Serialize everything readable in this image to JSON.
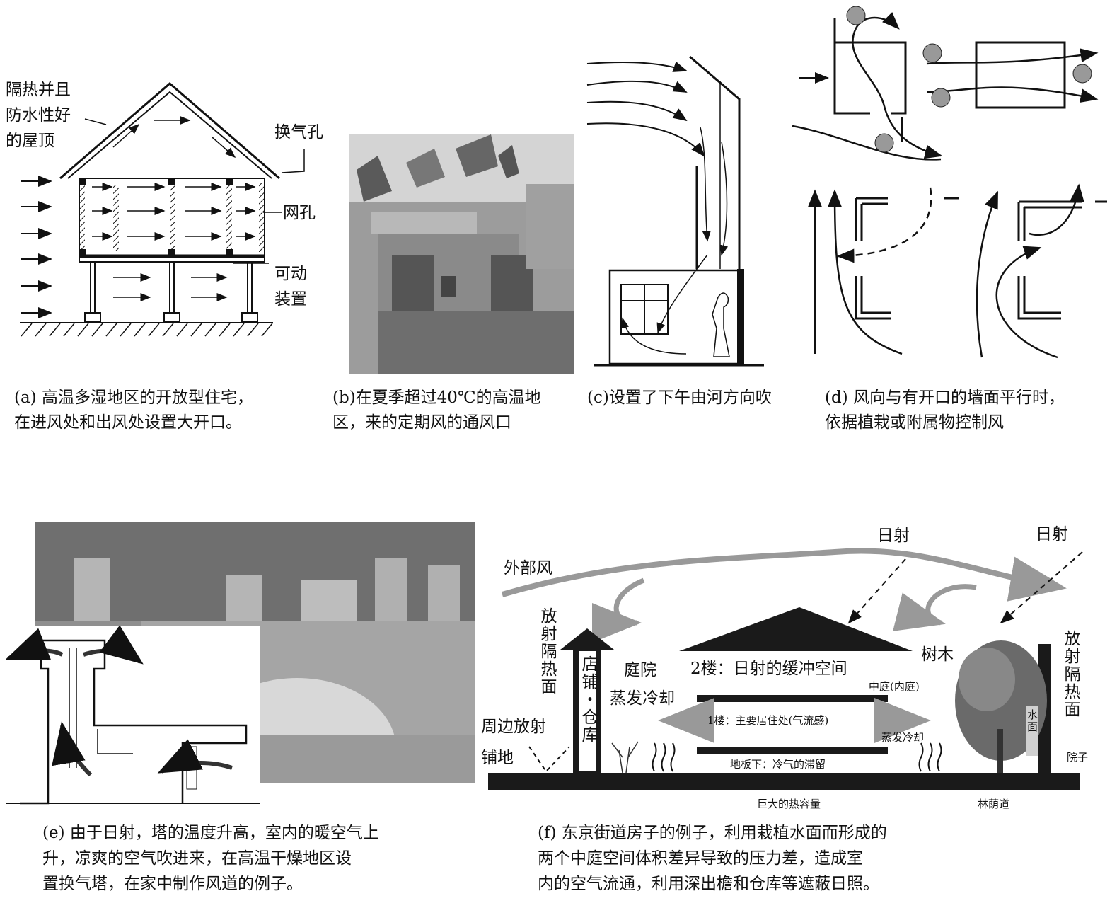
{
  "panel_a": {
    "roof_label": [
      "隔热并且",
      "防水性好",
      "的屋顶"
    ],
    "vent_label": "换气孔",
    "mesh_label": "网孔",
    "movable_label": [
      "可动",
      "装置"
    ],
    "caption": [
      "(a) 高温多湿地区的开放型住宅，",
      "在进风处和出风处设置大开口。"
    ]
  },
  "panel_b": {
    "caption": [
      "(b)在夏季超过40℃的高温地",
      "区，来的定期风的通风口"
    ]
  },
  "panel_c": {
    "caption": [
      "(c)设置了下午由河方向吹"
    ]
  },
  "panel_d": {
    "caption": [
      "(d) 风向与有开口的墙面平行时，",
      "依据植栽或附属物控制风"
    ]
  },
  "panel_e": {
    "caption": [
      "(e) 由于日射，塔的温度升高，室内的暖空气上",
      "升，凉爽的空气吹进来，在高温干燥地区设",
      "置换气塔，在家中制作风道的例子。"
    ]
  },
  "panel_f": {
    "sun_left": "日射",
    "sun_right": "日射",
    "outside_wind": "外部风",
    "radiation_left": "放射隔热面",
    "radiation_right": "放射隔热面",
    "shop": "店铺・仓库",
    "courtyard": "庭院",
    "evap_cooling": "蒸发冷却",
    "floor2": "2楼：日射的缓冲空间",
    "trees": "树木",
    "inner_court": "中庭(内庭)",
    "floor1": "1楼：主要居住处(气流感)",
    "evap_cooling_small": "蒸发冷却",
    "peri_pave": [
      "周边放射",
      "铺地"
    ],
    "under_floor": "地板下：冷气的滞留",
    "heat_cap": "巨大的热容量",
    "shade_road": "林荫道",
    "yard": "院子",
    "pool": "水面",
    "caption": [
      "(f) 东京街道房子的例子，利用栽植水面而形成的",
      "两个中庭空间体积差异导致的压力差，造成室",
      "内的空气流通，利用深出檐和仓库等遮蔽日照。"
    ]
  }
}
